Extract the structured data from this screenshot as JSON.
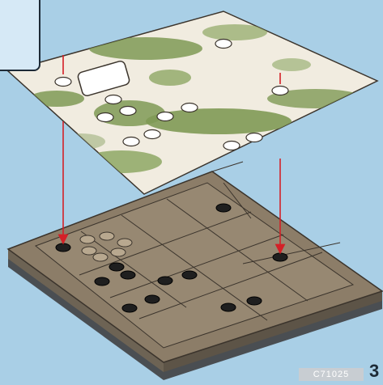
{
  "document": {
    "set_code": "C71025",
    "page_number": "3"
  },
  "colors": {
    "background": "#a9cfe6",
    "callout_fill": "#d6e9f6",
    "arrow": "#d42027",
    "baseplate": "#8c7d68",
    "terrain_green": "#7f9a55",
    "terrain_sand": "#f1ece0"
  },
  "step": {
    "parts": [
      "terrain-overlay-sheet",
      "baseplate-assembly"
    ],
    "arrows": 2
  }
}
